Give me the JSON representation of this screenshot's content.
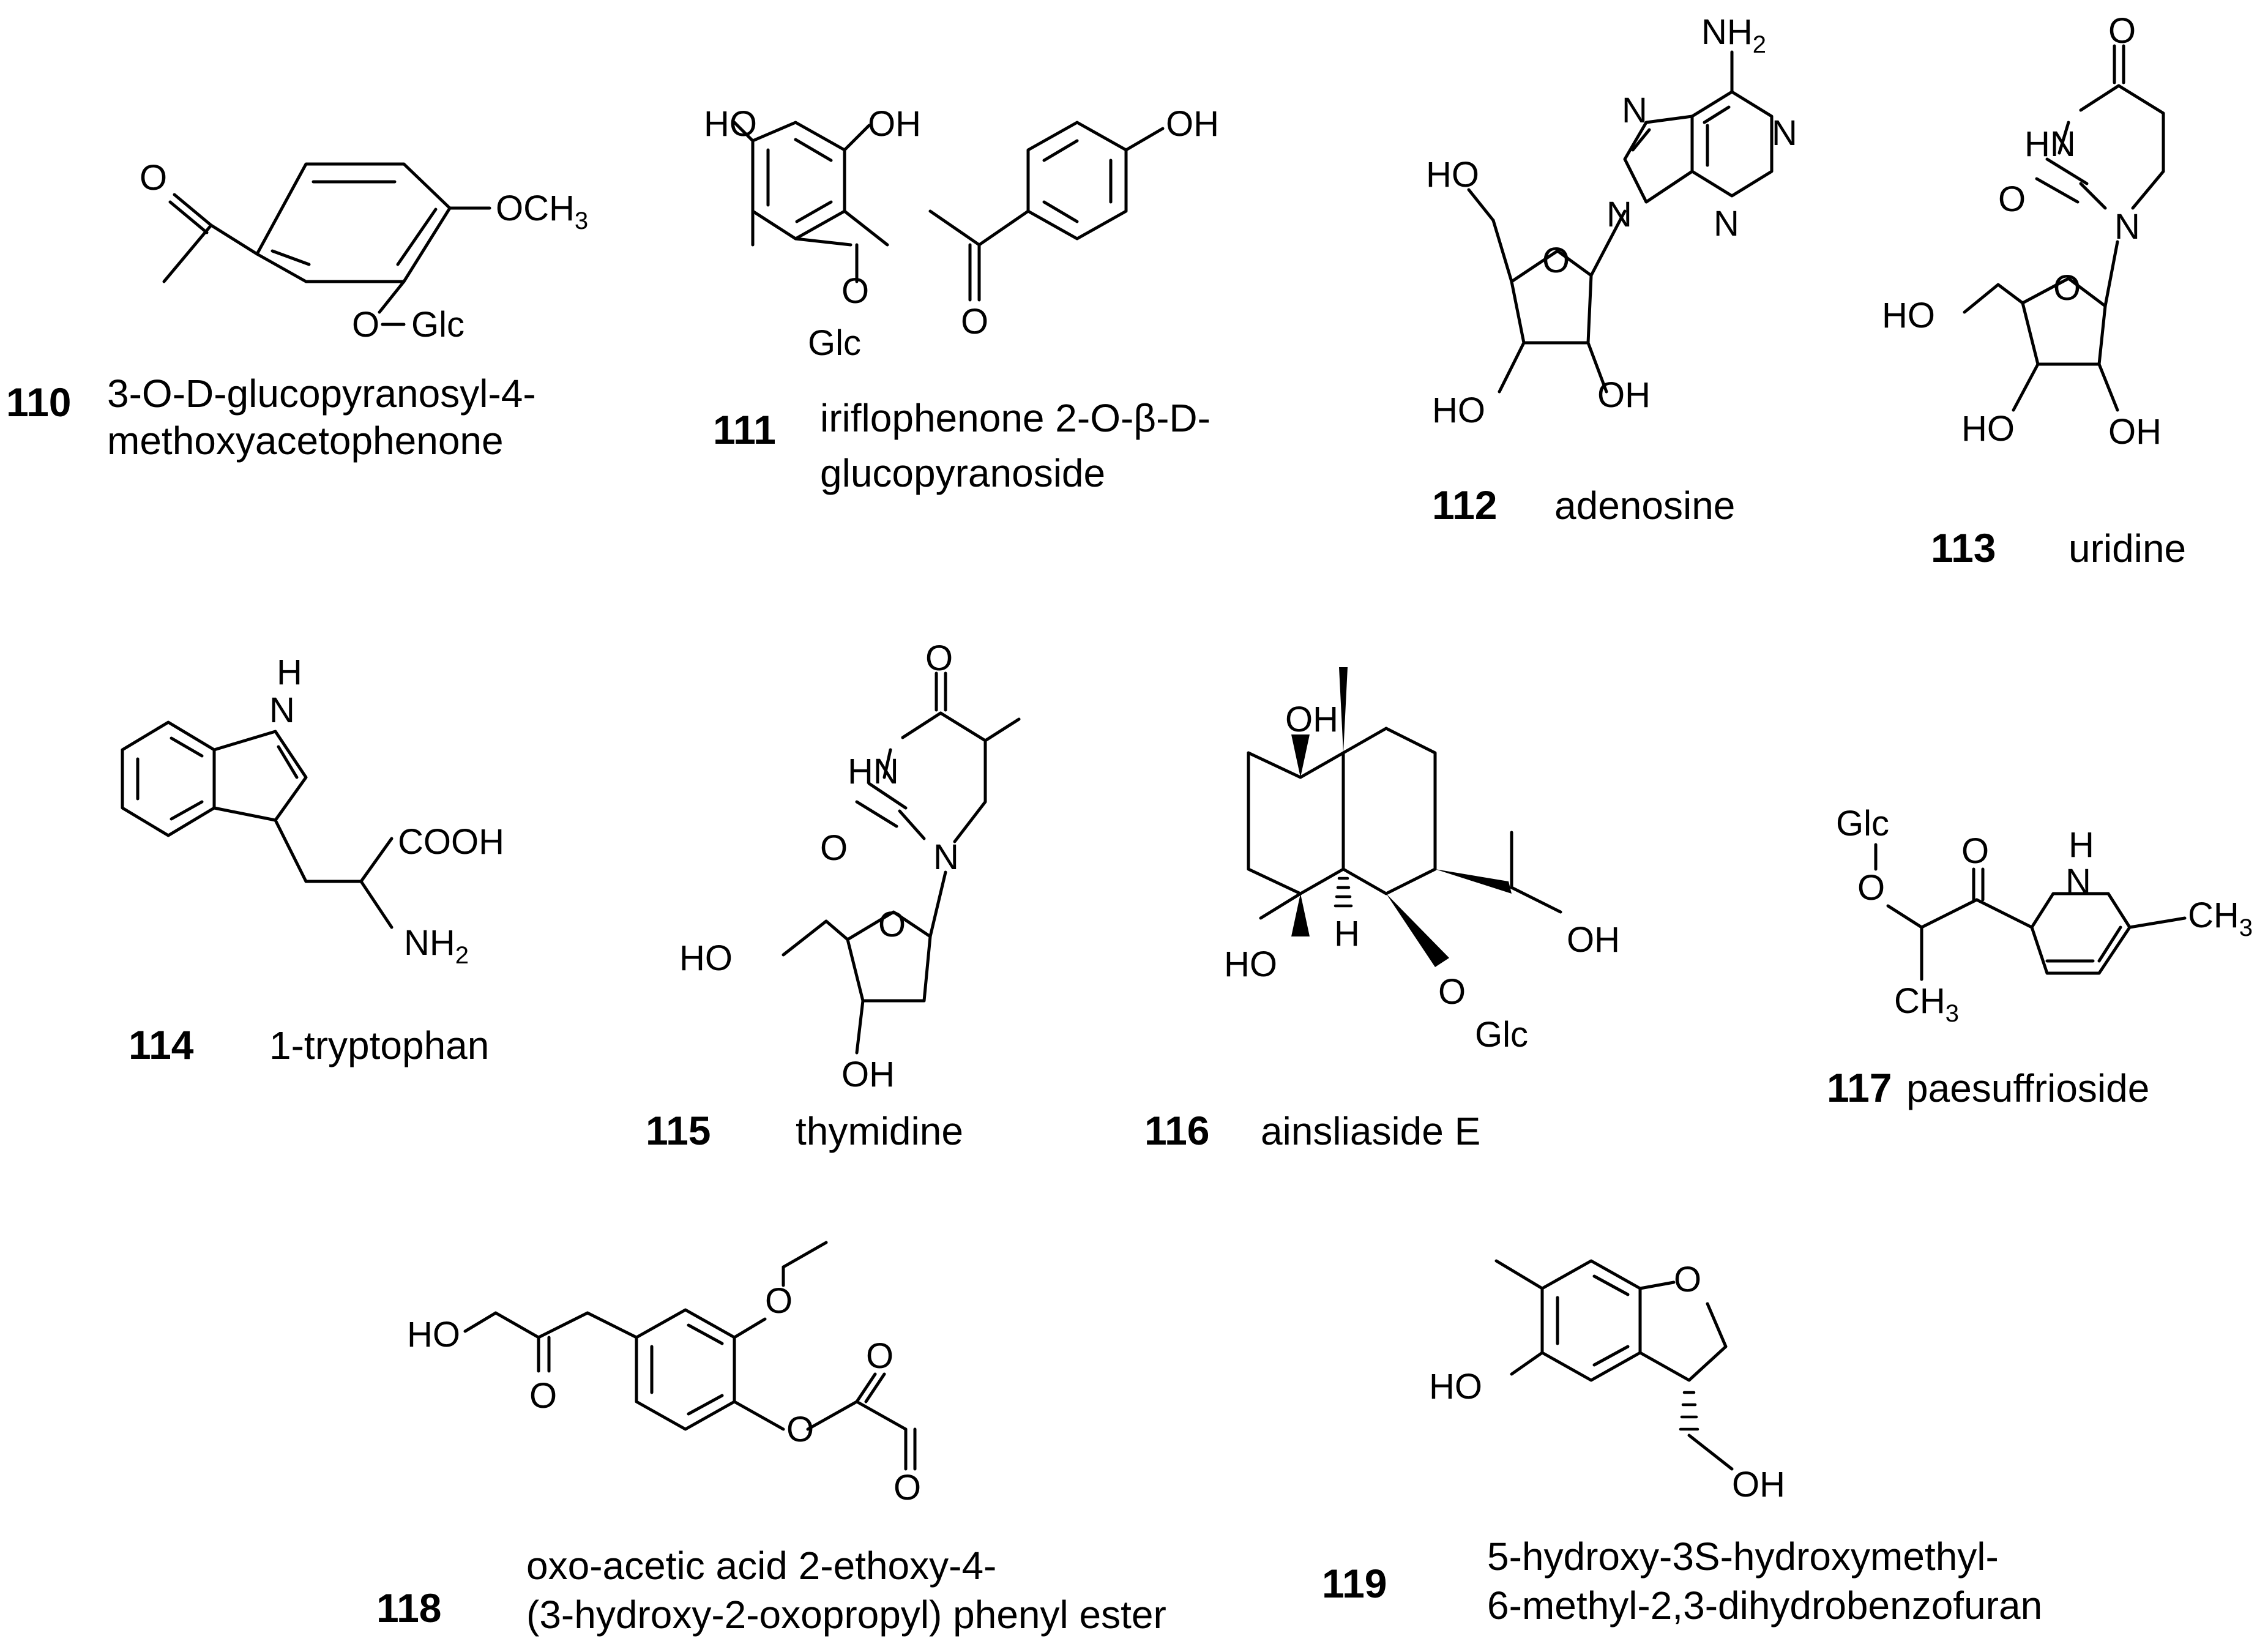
{
  "compounds": [
    {
      "number": "110",
      "name_lines": [
        "3-O-D-glucopyranosyl-4-",
        "methoxyacetophenone"
      ],
      "atoms": {
        "ome": "OCH",
        "ome_sub": "3",
        "oglc": "O",
        "glc": "Glc",
        "ketone_o": "O"
      }
    },
    {
      "number": "111",
      "name_lines": [
        "iriflophenone 2-O-β-D-",
        "glucopyranoside"
      ],
      "atoms": {
        "ho": "HO",
        "oh1": "OH",
        "oh2": "OH",
        "o": "O",
        "glc": "Glc",
        "ketone_o": "O"
      }
    },
    {
      "number": "112",
      "name_lines": [
        "adenosine"
      ],
      "atoms": {
        "nh2": "NH",
        "nh2_sub": "2",
        "n1": "N",
        "n3": "N",
        "n7": "N",
        "n9": "N",
        "ring_o": "O",
        "ho5": "HO",
        "ho2": "HO",
        "oh3": "OH"
      }
    },
    {
      "number": "113",
      "name_lines": [
        "uridine"
      ],
      "atoms": {
        "o4": "O",
        "hn": "HN",
        "o2": "O",
        "n1": "N",
        "ring_o": "O",
        "ho5": "HO",
        "ho2": "HO",
        "oh3": "OH"
      }
    },
    {
      "number": "114",
      "name_lines": [
        "1-tryptophan"
      ],
      "atoms": {
        "nh": "N",
        "h": "H",
        "cooh": "COOH",
        "nh2": "NH",
        "nh2_sub": "2"
      }
    },
    {
      "number": "115",
      "name_lines": [
        "thymidine"
      ],
      "atoms": {
        "o4": "O",
        "hn": "HN",
        "o2": "O",
        "n1": "N",
        "ring_o": "O",
        "ho5": "HO",
        "oh3": "OH"
      }
    },
    {
      "number": "116",
      "name_lines": [
        "ainsliaside E"
      ],
      "atoms": {
        "oh_top": "OH",
        "ho_left": "HO",
        "h": "H",
        "oh_right": "OH",
        "o": "O",
        "glc": "Glc"
      }
    },
    {
      "number": "117",
      "name_lines": [
        "paesuffrioside"
      ],
      "atoms": {
        "glc": "Glc",
        "o_glc": "O",
        "ketone_o": "O",
        "n": "N",
        "h": "H",
        "ch3_right": "CH",
        "ch3_right_sub": "3",
        "ch3_bottom": "CH",
        "ch3_bottom_sub": "3"
      }
    },
    {
      "number": "118",
      "name_lines": [
        "oxo-acetic acid 2-ethoxy-4-",
        "(3-hydroxy-2-oxopropyl) phenyl ester"
      ],
      "atoms": {
        "ho": "HO",
        "ketone_o": "O",
        "ether_o": "O",
        "ester_o": "O",
        "carbonyl_o": "O",
        "aldehyde_o": "O"
      }
    },
    {
      "number": "119",
      "name_lines": [
        "5-hydroxy-3S-hydroxymethyl-",
        "6-methyl-2,3-dihydrobenzofuran"
      ],
      "atoms": {
        "ring_o": "O",
        "ho": "HO",
        "oh": "OH"
      }
    }
  ]
}
